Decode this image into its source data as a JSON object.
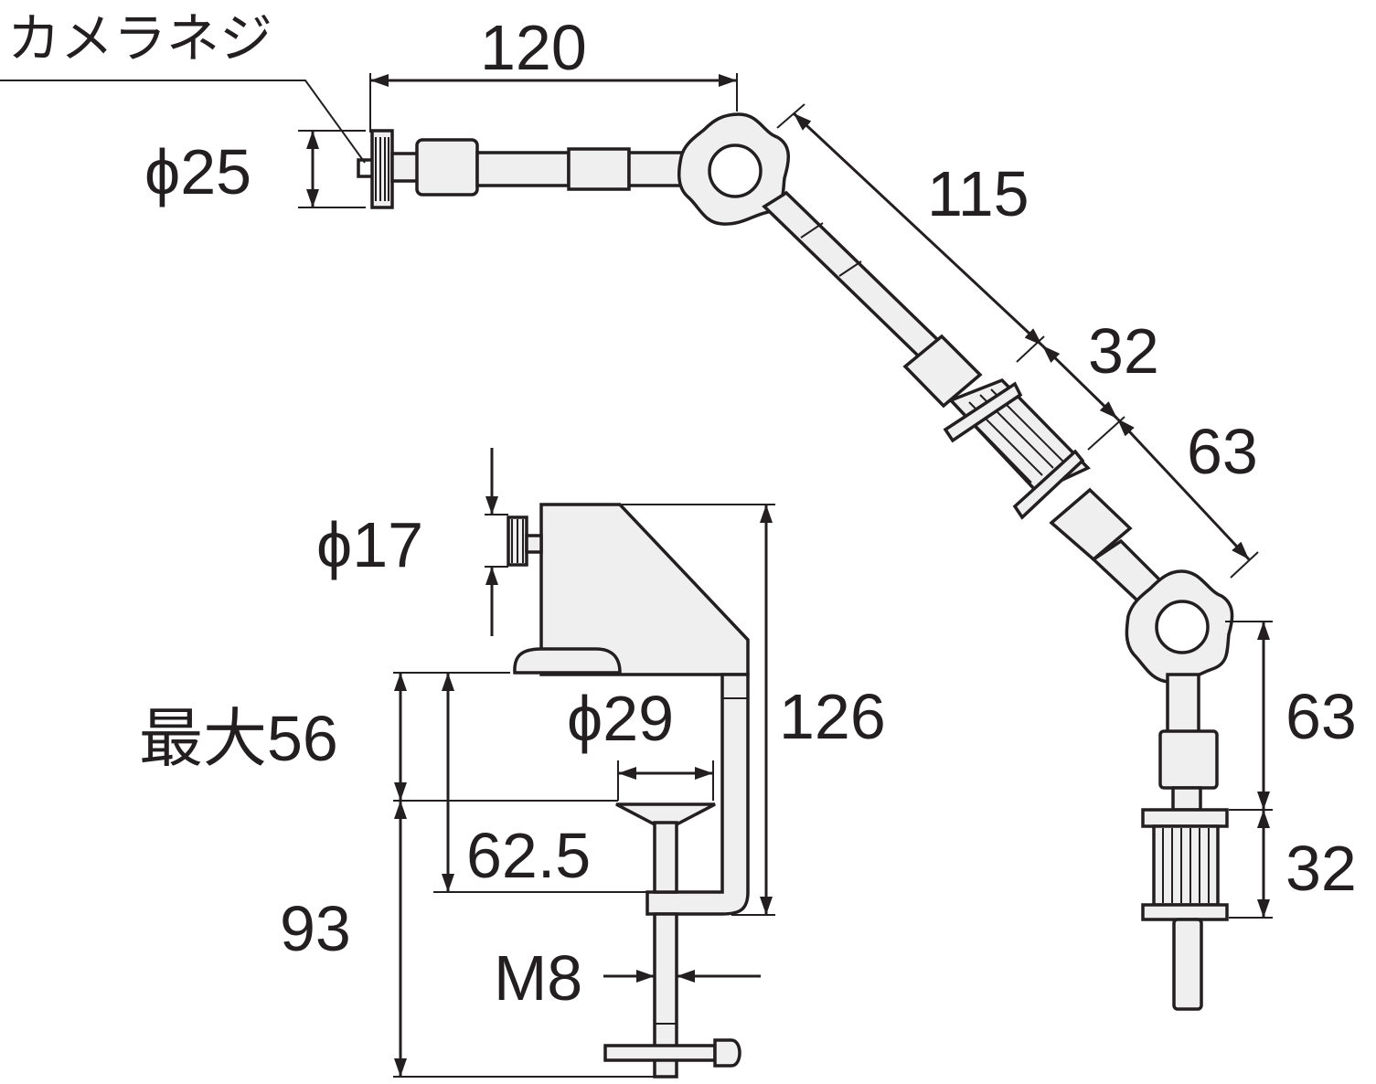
{
  "labels": {
    "camera_screw": "カメラネジ",
    "dim_120": "120",
    "dim_phi25": "ϕ25",
    "dim_115": "115",
    "dim_32_diag": "32",
    "dim_63_diag": "63",
    "dim_phi17": "ϕ17",
    "dim_max56": "最大56",
    "dim_phi29": "ϕ29",
    "dim_126": "126",
    "dim_62_5": "62.5",
    "dim_93": "93",
    "dim_m8": "M8",
    "dim_63_vert": "63",
    "dim_32_vert": "32"
  },
  "colors": {
    "line": "#231f20",
    "fill": "#efefef"
  }
}
